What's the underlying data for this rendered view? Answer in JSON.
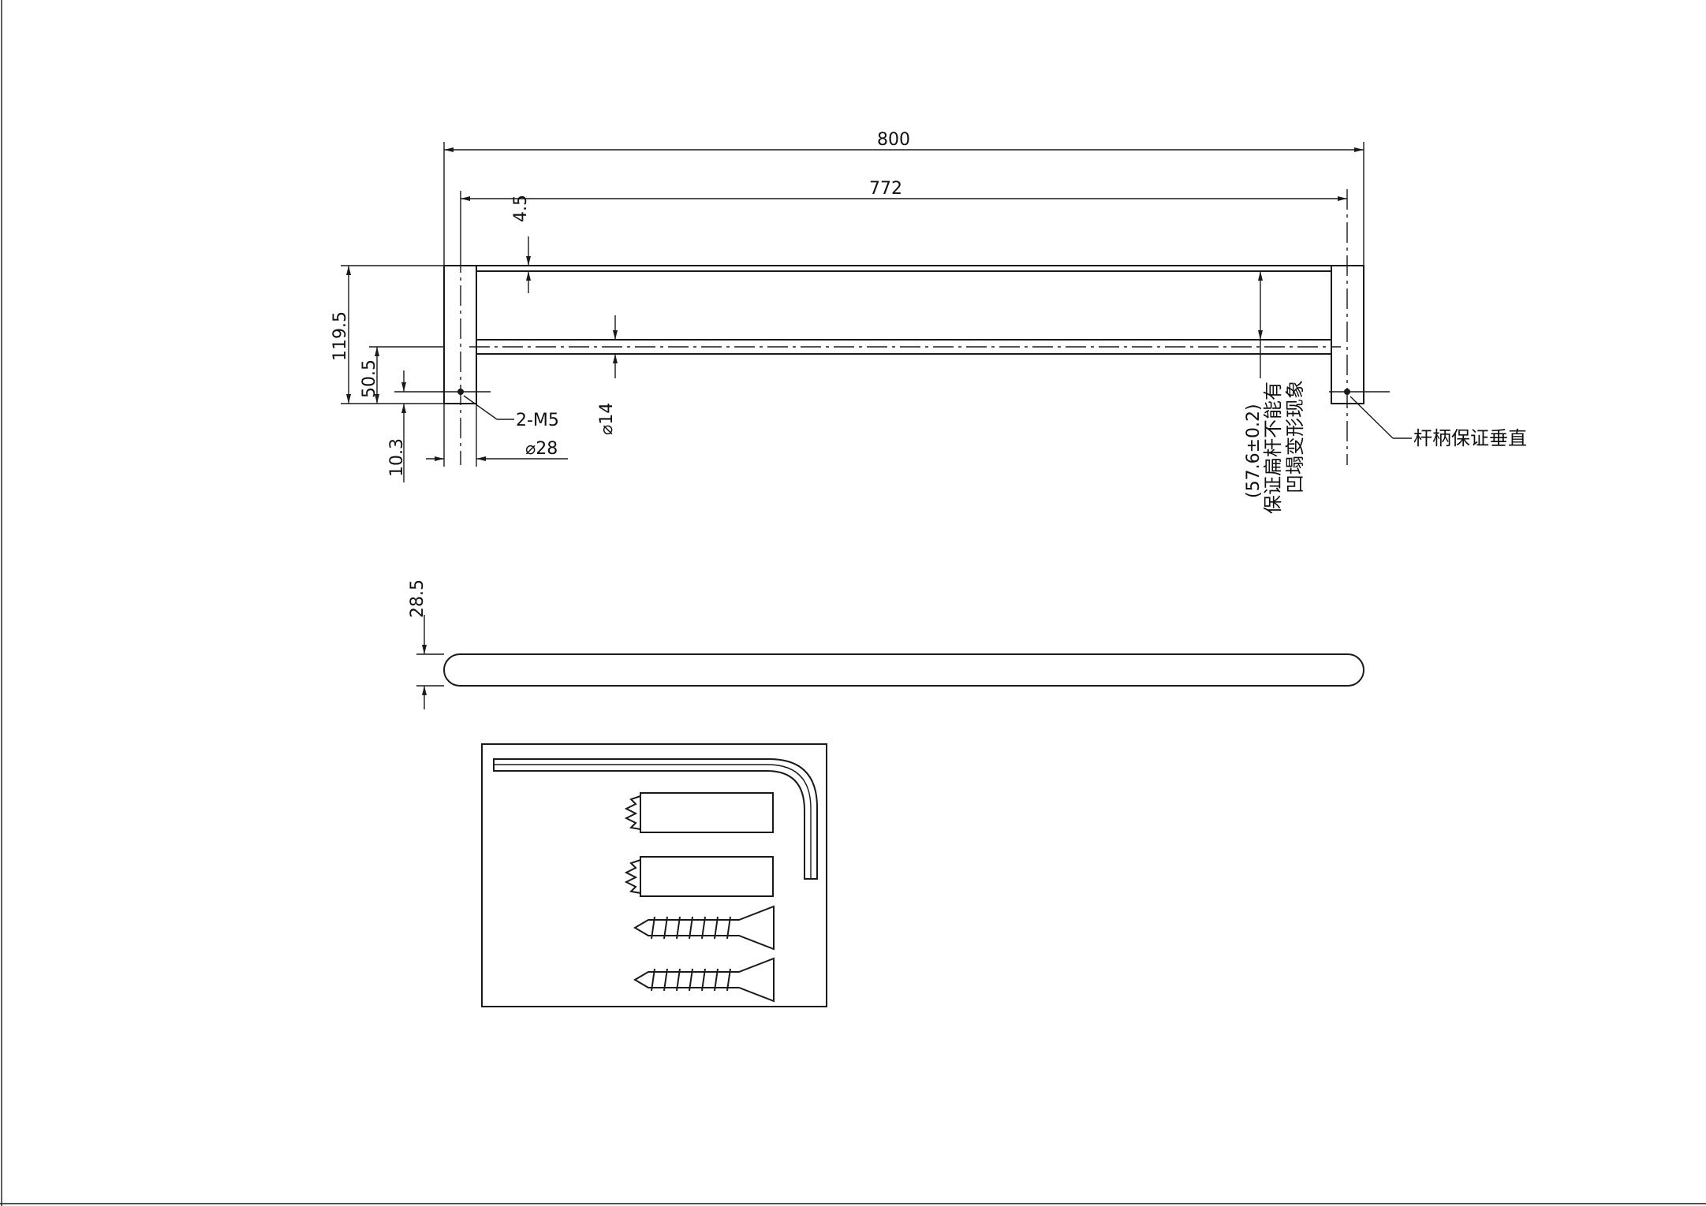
{
  "drawing": {
    "dimensions": {
      "overall_length": "800",
      "center_length": "772",
      "wall_thickness": "4.5",
      "total_height": "119.5",
      "bar_height": "50.5",
      "hole_height": "10.3",
      "rod_diameter": "⌀14",
      "base_diameter": "⌀28",
      "side_depth": "28.5",
      "rod_depth": "(57.6±0.2)"
    },
    "callouts": {
      "screw_holes": "2-M5",
      "handle_note": "杆柄保证垂直",
      "rod_note_line1": "保证扁杆不能有",
      "rod_note_line2": "凹塌变形现象"
    },
    "accessories": [
      "allen-key",
      "wall-anchor",
      "wall-anchor",
      "wood-screw",
      "wood-screw"
    ],
    "colors": {
      "line": "#1a1a1a",
      "paper": "#ffffff"
    }
  }
}
